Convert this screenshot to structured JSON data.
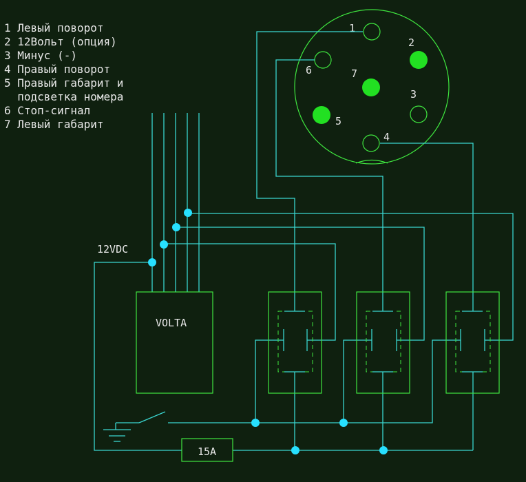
{
  "legend": [
    "1 Левый поворот",
    "2 12Вольт (опция)",
    "3 Минус (-)",
    "4 Правый поворот",
    "5 Правый габарит и",
    "  подсветка номера",
    "6 Стоп-сигнал",
    "7 Левый габарит"
  ],
  "pins": {
    "p1": "1",
    "p2": "2",
    "p3": "3",
    "p4": "4",
    "p5": "5",
    "p6": "6",
    "p7": "7"
  },
  "labels": {
    "supply": "12VDC",
    "module": "VOLTA",
    "fuse": "15A"
  },
  "colors": {
    "background": "#0f200f",
    "wire": "#3ad6d0",
    "connector": "#3fe63f",
    "text": "#e8e8e8"
  }
}
